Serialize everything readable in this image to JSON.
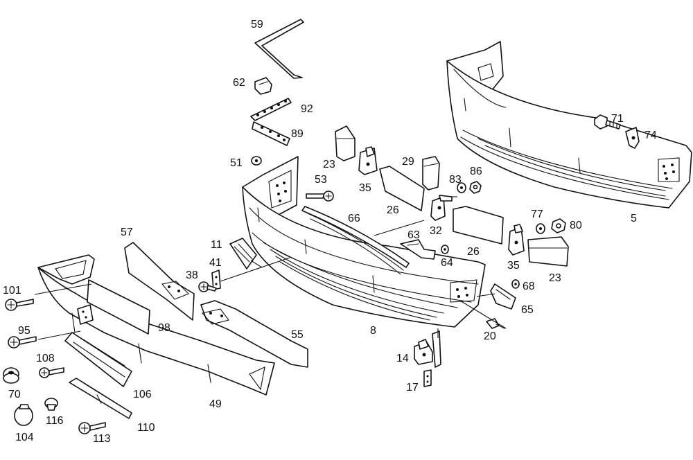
{
  "diagram": {
    "type": "exploded parts diagram",
    "callouts": {
      "c59": "59",
      "c62": "62",
      "c92": "92",
      "c89": "89",
      "c51": "51",
      "c23a": "23",
      "c35a": "35",
      "c29": "29",
      "c83": "83",
      "c86": "86",
      "c53": "53",
      "c26a": "26",
      "c32": "32",
      "c66": "66",
      "c63": "63",
      "c64": "64",
      "c26b": "26",
      "c35b": "35",
      "c23b": "23",
      "c77": "77",
      "c80": "80",
      "c71": "71",
      "c74": "74",
      "c5": "5",
      "c57": "57",
      "c11": "11",
      "c41": "41",
      "c38": "38",
      "c101": "101",
      "c98": "98",
      "c95": "95",
      "c55": "55",
      "c8": "8",
      "c68": "68",
      "c65": "65",
      "c20": "20",
      "c108": "108",
      "c70": "70",
      "c106": "106",
      "c49": "49",
      "c14": "14",
      "c17": "17",
      "c116": "116",
      "c104": "104",
      "c110": "110",
      "c113": "113"
    }
  }
}
